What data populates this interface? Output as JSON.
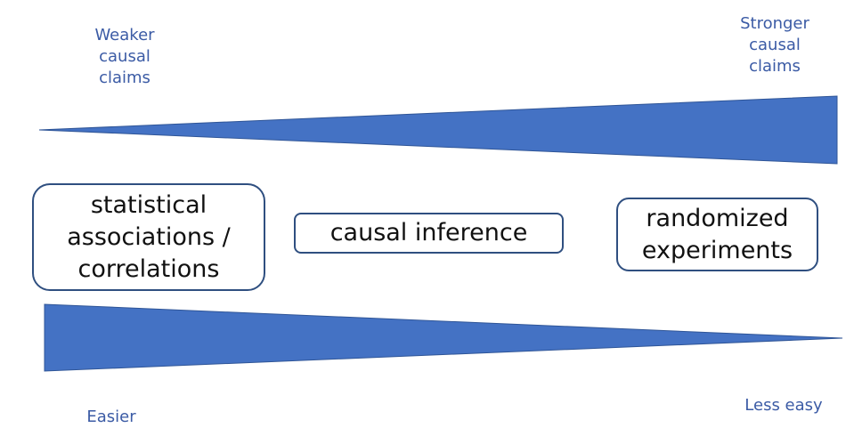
{
  "labels": {
    "weaker": [
      "Weaker",
      "causal",
      "claims"
    ],
    "stronger": [
      "Stronger",
      "causal",
      "claims"
    ],
    "easier": "Easier",
    "less_easy": "Less easy"
  },
  "boxes": {
    "statistical": [
      "statistical",
      "associations /",
      "correlations"
    ],
    "causal_inference": "causal inference",
    "randomized": [
      "randomized",
      "experiments"
    ]
  },
  "colors": {
    "wedge_fill": "#4472c4",
    "wedge_stroke": "#2f5597",
    "box_border": "#2f4f80",
    "label_text": "#3b5ba5"
  }
}
